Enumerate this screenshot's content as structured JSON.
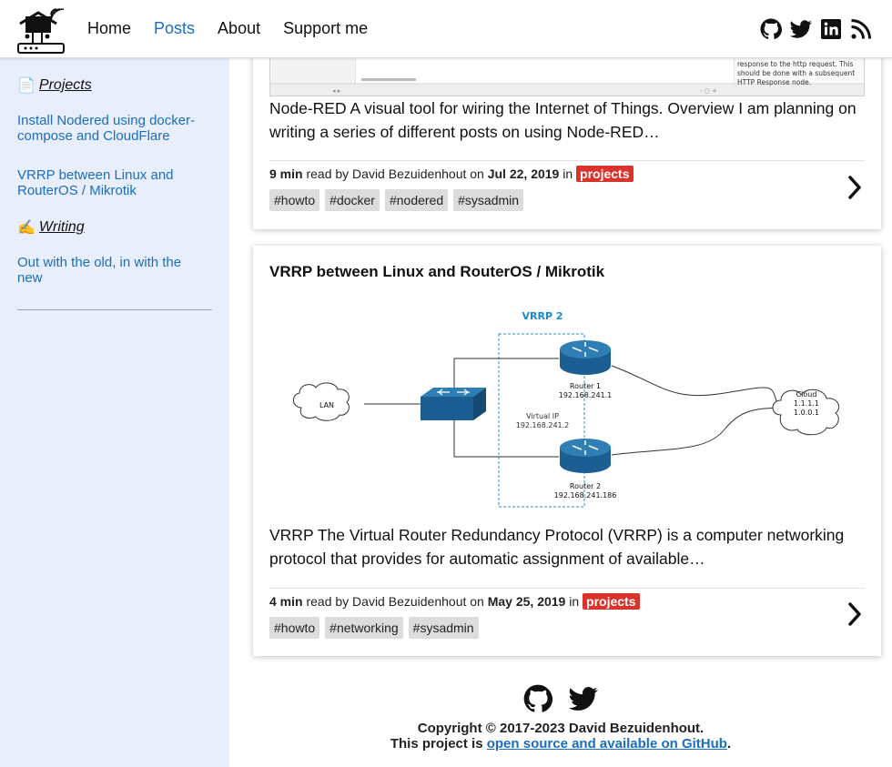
{
  "nav": {
    "links": [
      "Home",
      "Posts",
      "About",
      "Support me"
    ],
    "active_index": 1,
    "social_icons": [
      "github-icon",
      "twitter-icon",
      "linkedin-icon",
      "rss-icon"
    ]
  },
  "sidebar": {
    "categories": [
      {
        "emoji": "📄",
        "label": "Projects",
        "posts": [
          "Install Nodered using docker-compose and CloudFlare",
          "VRRP between Linux and RouterOS / Mikrotik"
        ]
      },
      {
        "emoji": "✍️",
        "label": "Writing",
        "posts": [
          "Out with the old, in with the new"
        ]
      }
    ]
  },
  "posts": [
    {
      "excerpt": "Node-RED A visual tool for wiring the Internet of Things. Overview I am planning on writing a series of different posts on using Node-RED…",
      "read_time": "9 min",
      "by_text": "read by David Bezuidenhout on",
      "date": "Jul 22, 2019",
      "in_text": "in",
      "category": "projects",
      "tags": [
        "#howto",
        "#docker",
        "#nodered",
        "#sysadmin"
      ],
      "image_text": [
        "response to the http request. This",
        "should be done with a subsequent",
        "HTTP Response node."
      ]
    },
    {
      "title": "VRRP between Linux and RouterOS / Mikrotik",
      "excerpt": "VRRP The Virtual Router Redundancy Protocol (VRRP) is a computer networking protocol that provides for automatic assignment of available…",
      "read_time": "4 min",
      "by_text": "read by David Bezuidenhout on",
      "date": "May 25, 2019",
      "in_text": "in",
      "category": "projects",
      "tags": [
        "#howto",
        "#networking",
        "#sysadmin"
      ],
      "diagram": {
        "group_label": "VRRP 2",
        "lan": "LAN",
        "virtual_ip_label": "Virtual IP",
        "virtual_ip": "192.168.241.2",
        "router1_label": "Router 1",
        "router1_ip": "192.168.241.1",
        "router2_label": "Router 2",
        "router2_ip": "192.168.241.186",
        "cloud_label": "Cloud",
        "cloud_ip1": "1.1.1.1",
        "cloud_ip2": "1.0.0.1"
      }
    }
  ],
  "footer": {
    "copyright": "Copyright © 2017-2023 David Bezuidenhout.",
    "project_prefix": "This project is",
    "project_link": "open source and available on GitHub",
    "project_suffix": "."
  },
  "colors": {
    "accent": "#1a6ebd",
    "badge": "#d9332c",
    "sidebar_bg": "#e8eefc",
    "router_blue": "#1b5e91"
  }
}
